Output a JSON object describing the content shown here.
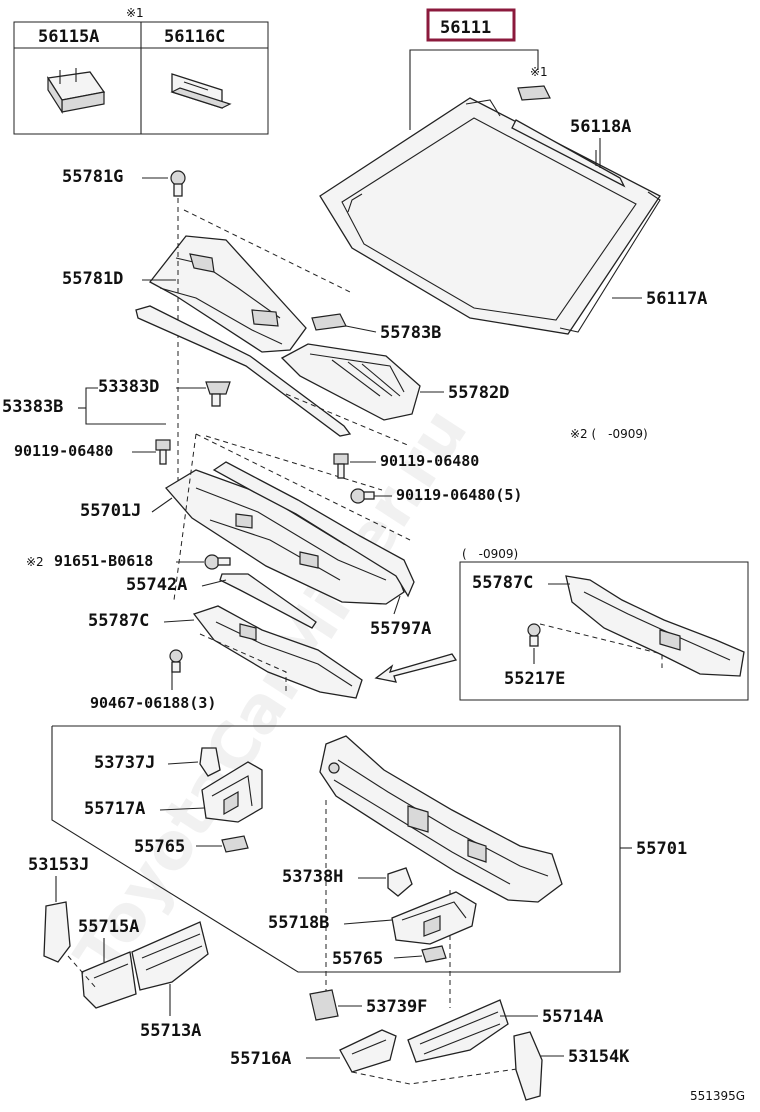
{
  "diagram": {
    "watermark": "ToyotaCarMiner.ru",
    "figure_id": "551395G",
    "header_part": "56111",
    "header_color": "#8b1a3c",
    "notes": {
      "star1": "※1",
      "star2_range": "※2 (　-0909)",
      "inset_range": "(　-0909)",
      "star2_prefix": "※2"
    },
    "inset_top": {
      "note": "※1",
      "left_part": "56115A",
      "right_part": "56116C"
    },
    "labels": {
      "p56118A": "56118A",
      "p56117A": "56117A",
      "p55781G": "55781G",
      "p55781D": "55781D",
      "p55783B": "55783B",
      "p55782D": "55782D",
      "p53383D": "53383D",
      "p53383B": "53383B",
      "p9011906480a": "90119-06480",
      "p9011906480b": "90119-06480",
      "p9011906480c": "90119-06480(5)",
      "p55701J": "55701J",
      "p91651B0618": "91651-B0618",
      "p55742A": "55742A",
      "p55787C": "55787C",
      "p55797A": "55797A",
      "p9046706188": "90467-06188(3)",
      "p55787C_inset": "55787C",
      "p55217E": "55217E",
      "p53737J": "53737J",
      "p55717A": "55717A",
      "p55765a": "55765",
      "p55701": "55701",
      "p53153J": "53153J",
      "p53738H": "53738H",
      "p55718B": "55718B",
      "p55715A": "55715A",
      "p55765b": "55765",
      "p55713A": "55713A",
      "p53739F": "53739F",
      "p55714A": "55714A",
      "p55716A": "55716A",
      "p53154K": "53154K"
    }
  }
}
